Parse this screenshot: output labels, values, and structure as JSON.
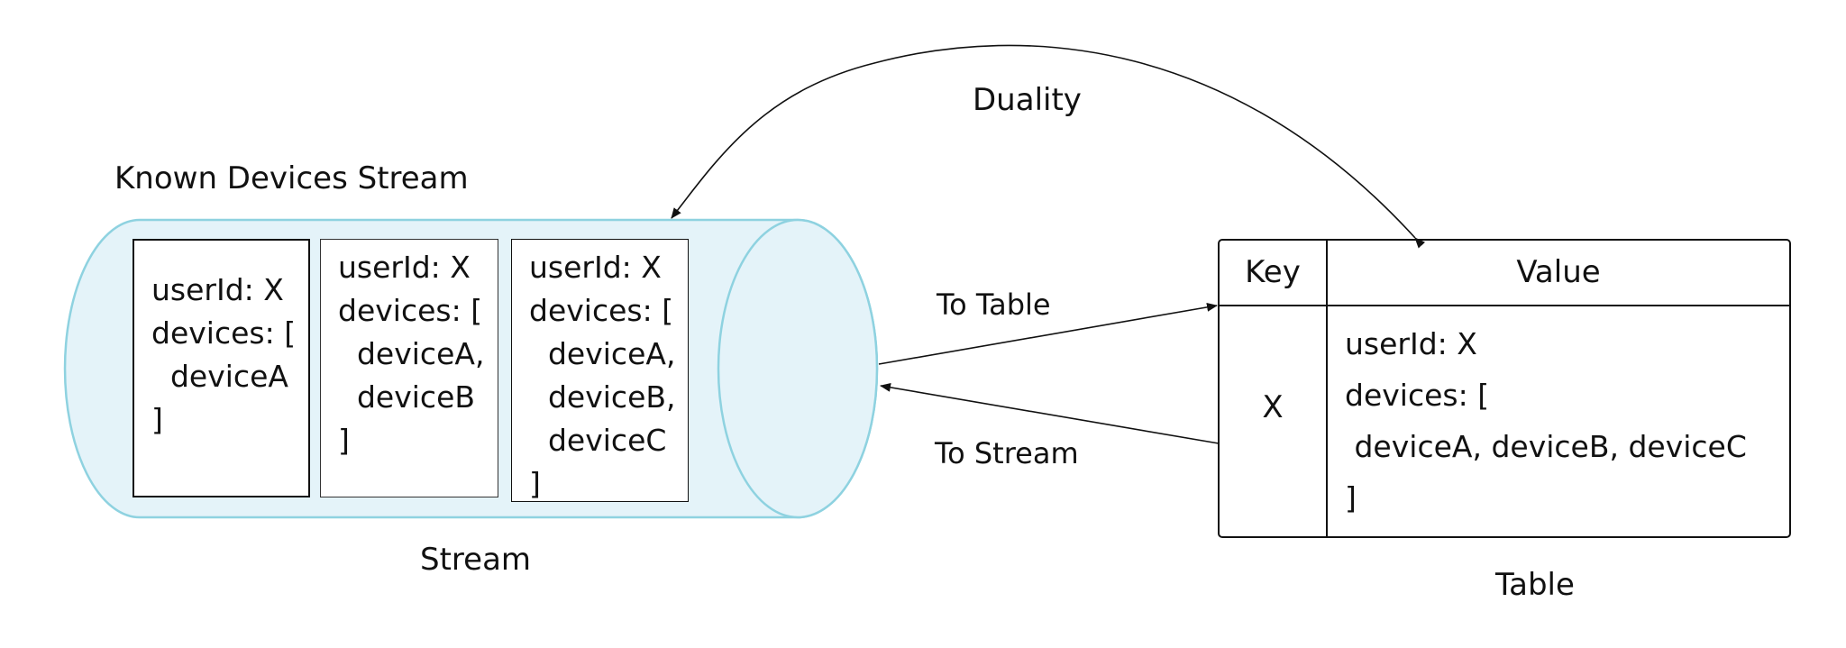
{
  "diagram": {
    "duality_label": "Duality",
    "stream_title": "Known Devices Stream",
    "stream_caption": "Stream",
    "table_caption": "Table",
    "to_table_label": "To Table",
    "to_stream_label": "To Stream",
    "colors": {
      "cylinder_fill": "#e4f3f9",
      "cylinder_stroke": "#8ed2e0",
      "line": "#111111"
    }
  },
  "stream": {
    "records": [
      {
        "lines": [
          "userId: X",
          "devices: [",
          "  deviceA",
          "]"
        ]
      },
      {
        "lines": [
          "userId: X",
          "devices: [",
          "  deviceA,",
          "  deviceB",
          "]"
        ]
      },
      {
        "lines": [
          "userId: X",
          "devices: [",
          "  deviceA,",
          "  deviceB,",
          "  deviceC",
          "]"
        ]
      }
    ]
  },
  "table": {
    "key_header": "Key",
    "value_header": "Value",
    "key": "X",
    "value_lines": [
      "userId: X",
      "devices: [",
      " deviceA, deviceB, deviceC",
      "]"
    ]
  }
}
